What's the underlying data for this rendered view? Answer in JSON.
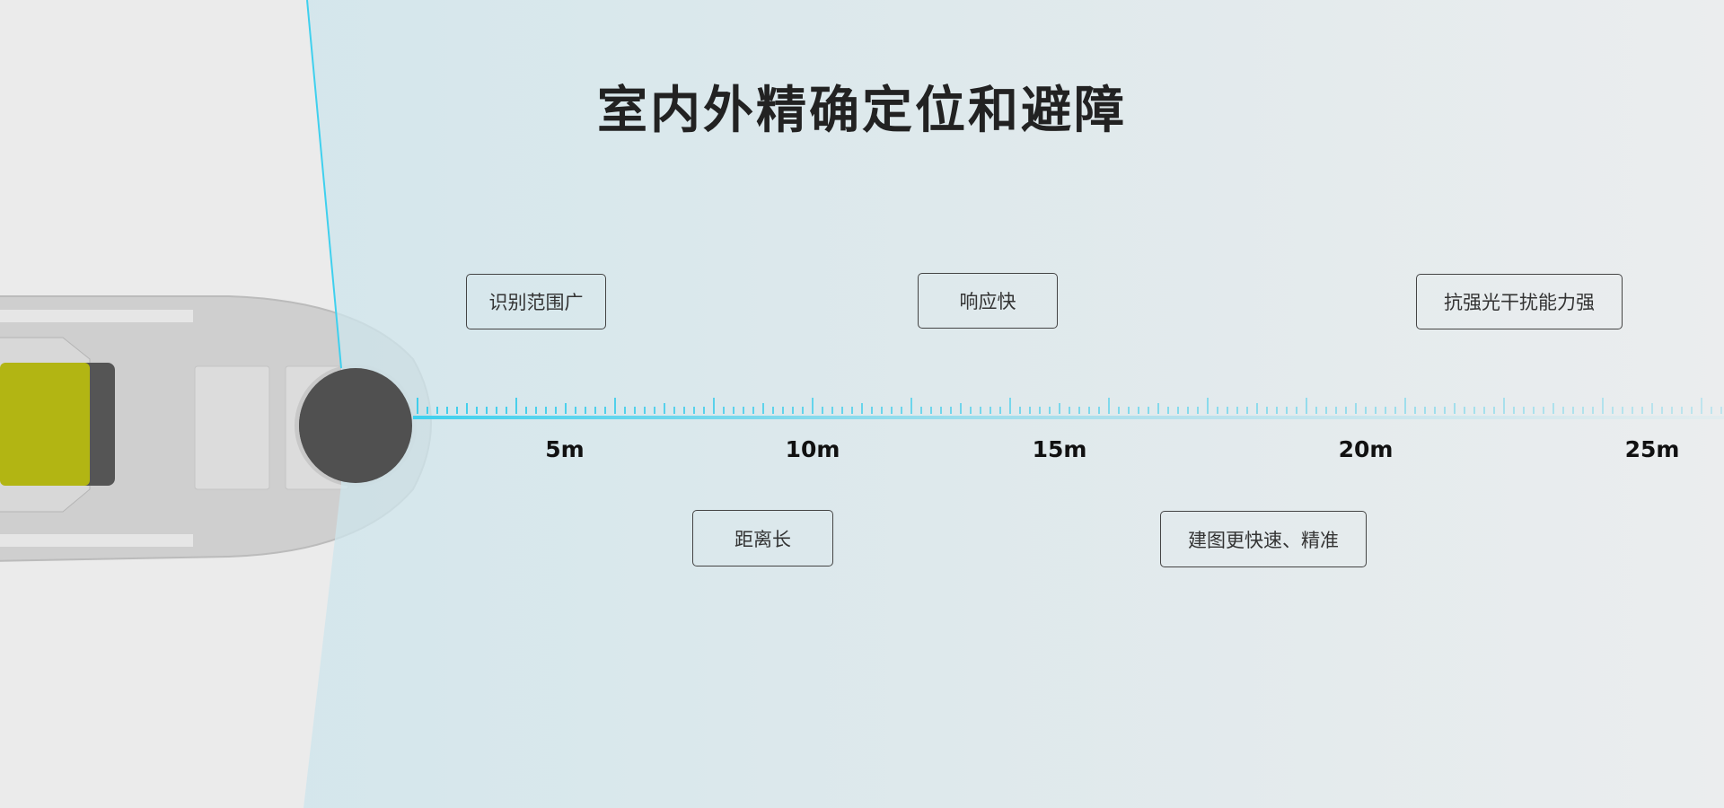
{
  "title": "室内外精确定位和避障",
  "features": {
    "wide_range": "识别范围广",
    "fast_response": "响应快",
    "anti_glare": "抗强光干扰能力强",
    "long_distance": "距离长",
    "fast_mapping": "建图更快速、精准"
  },
  "ruler": {
    "labels": [
      "5m",
      "10m",
      "15m",
      "20m",
      "25m"
    ]
  },
  "colors": {
    "beam": "#cde6ec",
    "beam_edge": "#3fd0ee",
    "roller": "#b2b513",
    "lens": "#505050"
  }
}
